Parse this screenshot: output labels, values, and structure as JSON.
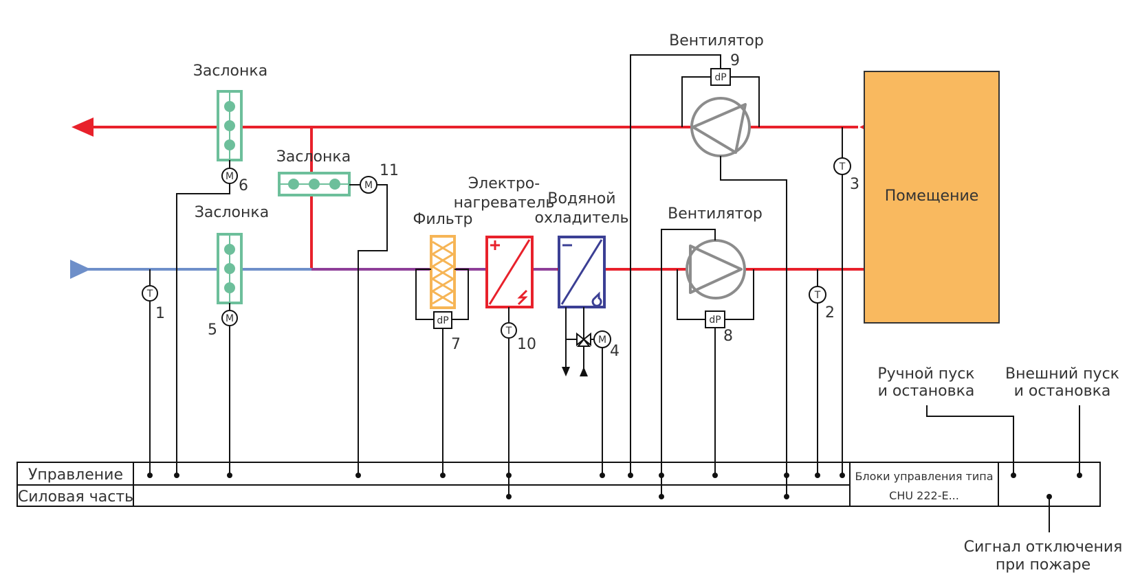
{
  "colors": {
    "supply": "#e8212b",
    "outdoor": "#6e8fc9",
    "mixed": "#8e3f99",
    "damper": "#6dbf9b",
    "filter": "#f6b556",
    "heater": "#e8212b",
    "cooler": "#3b3f94",
    "fan": "#8c8c8c",
    "room": "#f9b95f"
  },
  "labels": {
    "damper_exhaust": "Заслонка",
    "damper_recirc": "Заслонка",
    "damper_intake": "Заслонка",
    "filter": "Фильтр",
    "heater_line1": "Электро-",
    "heater_line2": "нагреватель",
    "cooler_line1": "Водяной",
    "cooler_line2": "охладитель",
    "fan_exhaust": "Вентилятор",
    "fan_supply": "Вентилятор",
    "room": "Помещение",
    "manual_line1": "Ручной пуск",
    "manual_line2": "и остановка",
    "external_line1": "Внешний пуск",
    "external_line2": "и остановка",
    "fire_line1": "Сигнал отключения",
    "fire_line2": "при пожаре",
    "panel_control": "Управление",
    "panel_power": "Силовая часть",
    "units_line1": "Блоки управления типа",
    "units_line2": "CHU 222-E..."
  },
  "symbols": {
    "temp": "T",
    "motor": "M",
    "dp": "dP"
  },
  "numbers": {
    "n1": "1",
    "n2": "2",
    "n3": "3",
    "n4": "4",
    "n5": "5",
    "n6": "6",
    "n7": "7",
    "n8": "8",
    "n9": "9",
    "n10": "10",
    "n11": "11"
  },
  "icons": {
    "heater_plus": "plus-icon",
    "heater_bolt": "lightning-icon",
    "cooler_minus": "minus-icon",
    "cooler_drop": "water-drop-icon"
  }
}
